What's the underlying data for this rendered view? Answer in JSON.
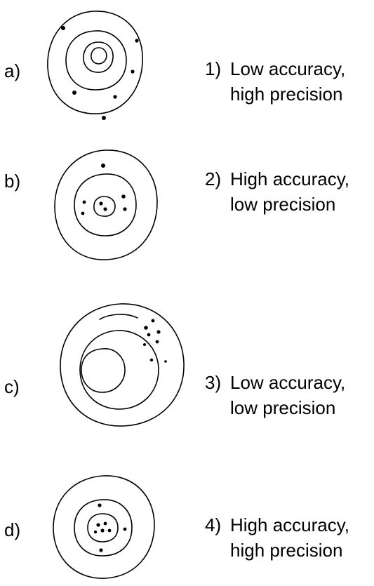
{
  "targets": [
    {
      "letter": "a)",
      "description_id": "a"
    },
    {
      "letter": "b)",
      "description_id": "b"
    },
    {
      "letter": "c)",
      "description_id": "c"
    },
    {
      "letter": "d)",
      "description_id": "d"
    }
  ],
  "descriptions": [
    {
      "num": "1)",
      "line1": "Low accuracy,",
      "line2": "high precision"
    },
    {
      "num": "2)",
      "line1": "High accuracy,",
      "line2": "low precision"
    },
    {
      "num": "3)",
      "line1": "Low accuracy,",
      "line2": "low precision"
    },
    {
      "num": "4)",
      "line1": "High accuracy,",
      "line2": "high precision"
    }
  ]
}
